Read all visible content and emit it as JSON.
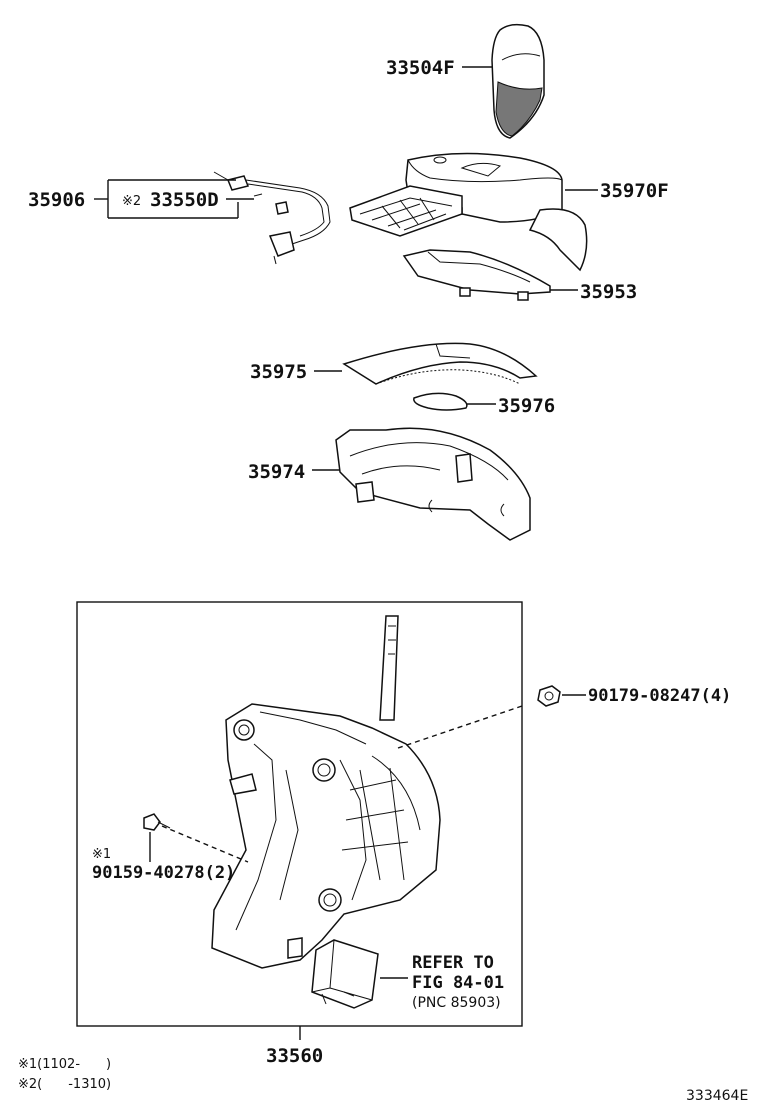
{
  "parts": {
    "knob": "33504F",
    "cable_group": "35906",
    "sub_part_marker": "※2",
    "sub_part": "33550D",
    "indicator_housing": "35970F",
    "cover_plate": "35953",
    "slide_plate": "35975",
    "small_plate": "35976",
    "base_plate": "35974",
    "nut": "90179-08247(4)",
    "bolt_marker": "※1",
    "bolt": "90159-40278(2)",
    "assembly": "33560"
  },
  "refer": {
    "line1": "REFER TO",
    "line2": "FIG 84-01",
    "line3": "(PNC 85903)"
  },
  "notes": {
    "note1": "※1(1102-　　)",
    "note2": "※2(　　-1310)"
  },
  "diagram_code": "333464E"
}
